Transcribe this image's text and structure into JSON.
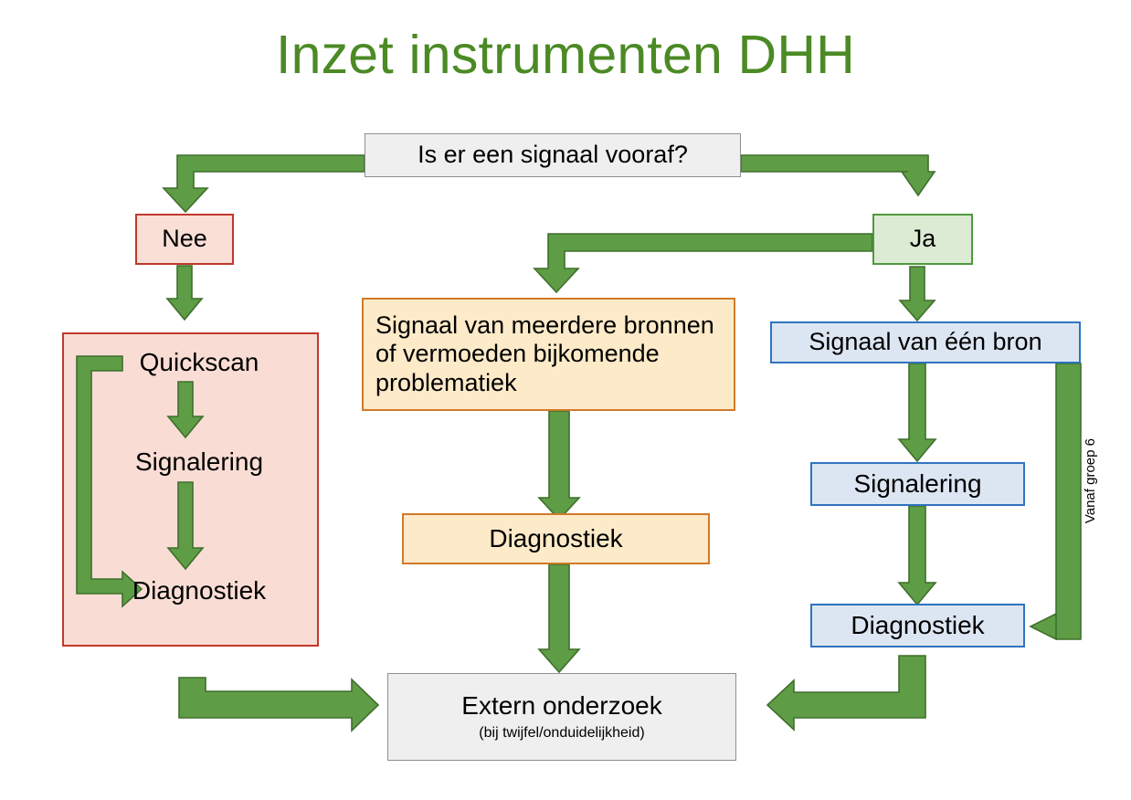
{
  "title": "Inzet instrumenten DHH",
  "colors": {
    "title_green": "#4b8a24",
    "arrow_fill": "#5e9d45",
    "arrow_stroke": "#3f6f2c",
    "gray_fill": "#efefef",
    "gray_border": "#8f8f8f",
    "red_fill": "#f9dfd6",
    "red_border": "#c0392b",
    "green_fill": "#dcebd4",
    "green_border": "#4e9a3e",
    "blue_fill": "#dce6f2",
    "blue_border": "#2f74c0",
    "orange_fill": "#fdeac8",
    "orange_border": "#d07a2a"
  },
  "nodes": {
    "decision": "Is er een signaal vooraf?",
    "no": "Nee",
    "yes": "Ja",
    "left_quickscan": "Quickscan",
    "left_signalering": "Signalering",
    "left_diagnostiek": "Diagnostiek",
    "middle_multi_source": "Signaal van meerdere bronnen of vermoeden bijkomende  problematiek",
    "middle_diagnostiek": "Diagnostiek",
    "right_one_source": "Signaal van één bron",
    "right_signalering": "Signalering",
    "right_diagnostiek": "Diagnostiek",
    "external": "Extern onderzoek",
    "external_sub": "(bij twijfel/onduidelijkheid)"
  },
  "edge_labels": {
    "vanaf_groep_6": "Vanaf groep 6"
  },
  "chart_data": {
    "type": "diagram",
    "title": "Inzet instrumenten DHH",
    "nodes": [
      {
        "id": "decision",
        "label": "Is er een signaal vooraf?",
        "style": "gray"
      },
      {
        "id": "no",
        "label": "Nee",
        "style": "red"
      },
      {
        "id": "yes",
        "label": "Ja",
        "style": "green"
      },
      {
        "id": "left_quickscan",
        "label": "Quickscan",
        "style": "plain-in-red-panel"
      },
      {
        "id": "left_signalering",
        "label": "Signalering",
        "style": "plain-in-red-panel"
      },
      {
        "id": "left_diagnostiek",
        "label": "Diagnostiek",
        "style": "plain-in-red-panel"
      },
      {
        "id": "middle_multi_source",
        "label": "Signaal van meerdere bronnen of vermoeden bijkomende  problematiek",
        "style": "orange"
      },
      {
        "id": "middle_diagnostiek",
        "label": "Diagnostiek",
        "style": "orange"
      },
      {
        "id": "right_one_source",
        "label": "Signaal van één bron",
        "style": "blue"
      },
      {
        "id": "right_signalering",
        "label": "Signalering",
        "style": "blue"
      },
      {
        "id": "right_diagnostiek",
        "label": "Diagnostiek",
        "style": "blue"
      },
      {
        "id": "external",
        "label": "Extern onderzoek (bij twijfel/onduidelijkheid)",
        "style": "gray"
      }
    ],
    "edges": [
      {
        "from": "decision",
        "to": "no",
        "label": ""
      },
      {
        "from": "decision",
        "to": "yes",
        "label": ""
      },
      {
        "from": "no",
        "to": "left_quickscan",
        "label": ""
      },
      {
        "from": "left_quickscan",
        "to": "left_signalering",
        "label": ""
      },
      {
        "from": "left_signalering",
        "to": "left_diagnostiek",
        "label": ""
      },
      {
        "from": "left_quickscan",
        "to": "left_diagnostiek",
        "label": "bypass"
      },
      {
        "from": "yes",
        "to": "middle_multi_source",
        "label": ""
      },
      {
        "from": "yes",
        "to": "right_one_source",
        "label": ""
      },
      {
        "from": "middle_multi_source",
        "to": "middle_diagnostiek",
        "label": ""
      },
      {
        "from": "middle_diagnostiek",
        "to": "external",
        "label": ""
      },
      {
        "from": "right_one_source",
        "to": "right_signalering",
        "label": ""
      },
      {
        "from": "right_signalering",
        "to": "right_diagnostiek",
        "label": ""
      },
      {
        "from": "right_one_source",
        "to": "right_diagnostiek",
        "label": "Vanaf groep 6"
      },
      {
        "from": "left_diagnostiek",
        "to": "external",
        "label": ""
      },
      {
        "from": "right_diagnostiek",
        "to": "external",
        "label": ""
      }
    ]
  }
}
